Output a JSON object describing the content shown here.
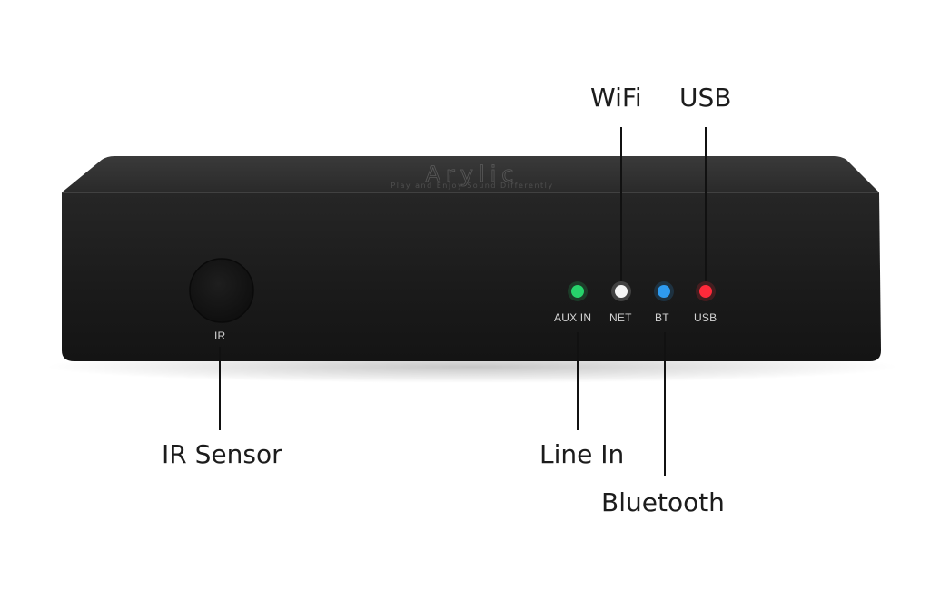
{
  "device": {
    "brand": "Arylic",
    "tagline": "Play and Enjoy Sound Differently",
    "body_color": "#1a1a1a",
    "top_color": "#2a2a2a"
  },
  "ir": {
    "panel_label": "IR",
    "callout": "IR Sensor"
  },
  "indicators": [
    {
      "id": "aux",
      "panel_label": "AUX IN",
      "callout": "Line In",
      "color": "#27d36b"
    },
    {
      "id": "net",
      "panel_label": "NET",
      "callout": "WiFi",
      "color": "#f5f5f5"
    },
    {
      "id": "bt",
      "panel_label": "BT",
      "callout": "Bluetooth",
      "color": "#2e9bf0"
    },
    {
      "id": "usb",
      "panel_label": "USB",
      "callout": "USB",
      "color": "#ff2a3a"
    }
  ]
}
